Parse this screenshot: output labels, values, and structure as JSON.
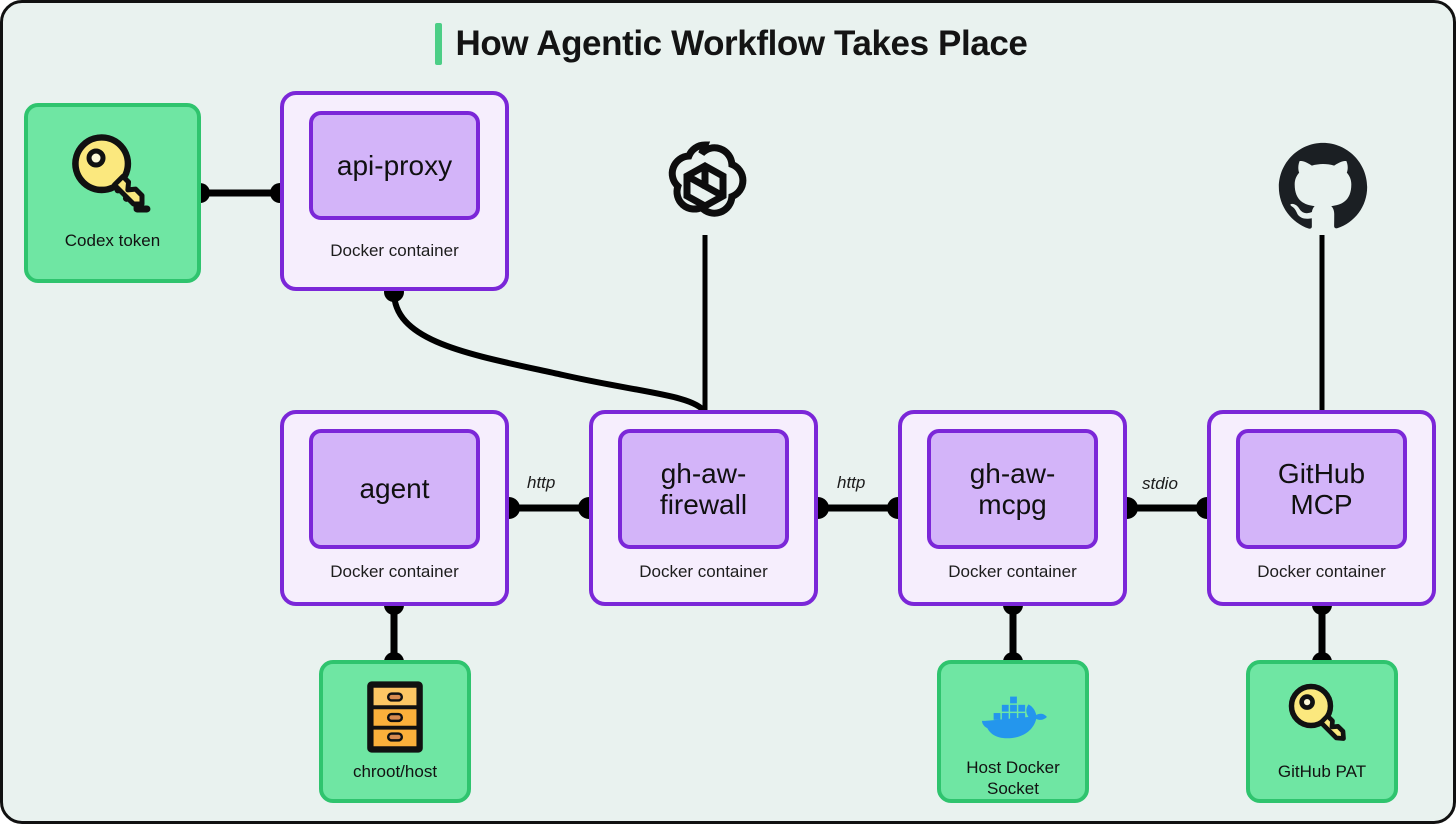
{
  "header": {
    "title": "How Agentic Workflow Takes Place",
    "accent_color": "#4cce86"
  },
  "colors": {
    "canvas_background": "#e9f2ef",
    "canvas_border": "#111111",
    "container_fill": "#f6eefd",
    "container_border": "#7b27d8",
    "container_inner_fill": "#d3b4f9",
    "resource_fill": "#6fe6a3",
    "resource_border": "#2fc46e",
    "connector": "#000000",
    "docker_blue": "#2496ed",
    "key_yellow": "#fbe87e",
    "cabinet_orange": "#fbb03b",
    "github_black": "#24292e"
  },
  "containers": [
    {
      "id": "api-proxy",
      "name": "api-proxy",
      "caption": "Docker container"
    },
    {
      "id": "agent",
      "name": "agent",
      "caption": "Docker container"
    },
    {
      "id": "gh-aw-firewall",
      "name": "gh-aw-\nfirewall",
      "caption": "Docker container"
    },
    {
      "id": "gh-aw-mcpg",
      "name": "gh-aw-\nmcpg",
      "caption": "Docker container"
    },
    {
      "id": "github-mcp",
      "name": "GitHub\nMCP",
      "caption": "Docker container"
    }
  ],
  "resources": [
    {
      "id": "codex-token",
      "label": "Codex token",
      "icon": "key-icon"
    },
    {
      "id": "chroot-host",
      "label": "chroot/host",
      "icon": "file-cabinet-icon"
    },
    {
      "id": "host-docker-socket",
      "label": "Host Docker\nSocket",
      "icon": "docker-whale-icon"
    },
    {
      "id": "github-pat",
      "label": "GitHub PAT",
      "icon": "key-icon"
    }
  ],
  "brand_logos": [
    {
      "id": "openai",
      "icon": "openai-logo-icon"
    },
    {
      "id": "github",
      "icon": "github-logo-icon"
    }
  ],
  "edges": [
    {
      "from": "codex-token",
      "to": "api-proxy",
      "label": ""
    },
    {
      "from": "api-proxy",
      "to": "gh-aw-firewall",
      "label": ""
    },
    {
      "from": "openai",
      "to": "gh-aw-firewall",
      "label": ""
    },
    {
      "from": "agent",
      "to": "gh-aw-firewall",
      "label": "http"
    },
    {
      "from": "gh-aw-firewall",
      "to": "gh-aw-mcpg",
      "label": "http"
    },
    {
      "from": "gh-aw-mcpg",
      "to": "github-mcp",
      "label": "stdio"
    },
    {
      "from": "agent",
      "to": "chroot-host",
      "label": ""
    },
    {
      "from": "gh-aw-mcpg",
      "to": "host-docker-socket",
      "label": ""
    },
    {
      "from": "github-mcp",
      "to": "github-pat",
      "label": ""
    },
    {
      "from": "github",
      "to": "github-mcp",
      "label": ""
    }
  ],
  "edge_labels": {
    "agent_firewall": "http",
    "firewall_mcpg": "http",
    "mcpg_ghmcp": "stdio"
  }
}
